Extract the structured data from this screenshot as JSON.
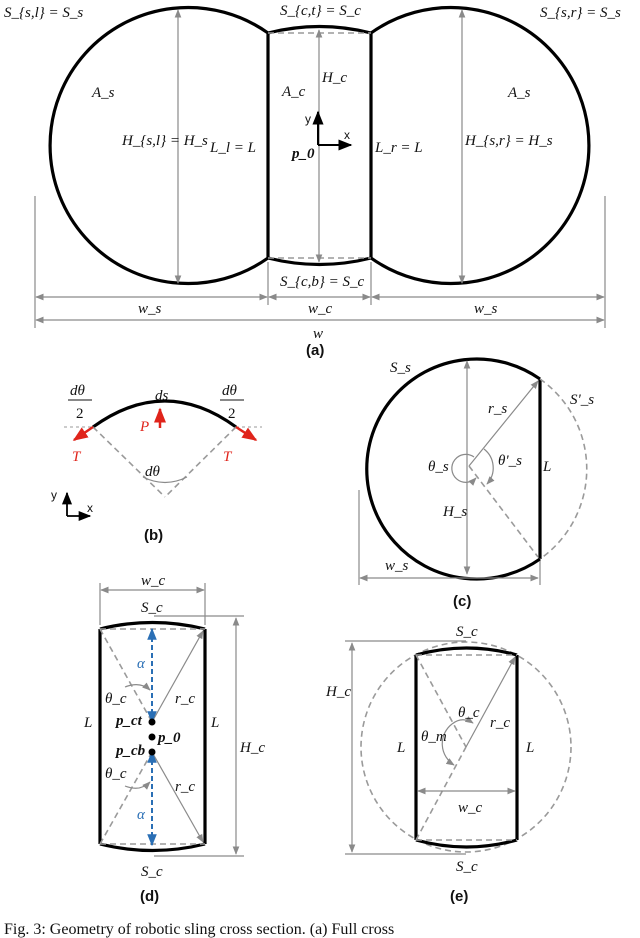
{
  "panel_a": {
    "label": "(a)",
    "s_sl": "S_{s,l} = S_s",
    "s_ct": "S_{c,t} = S_c",
    "s_sr": "S_{s,r} = S_s",
    "a_s_left": "A_s",
    "a_c": "A_c",
    "h_c": "H_c",
    "a_s_right": "A_s",
    "h_sl": "H_{s,l} = H_s",
    "l_l": "L_l = L",
    "y": "y",
    "x": "x",
    "p0": "p_0",
    "l_r": "L_r = L",
    "h_sr": "H_{s,r} = H_s",
    "s_cb": "S_{c,b} = S_c",
    "w_s_left": "w_s",
    "w_c": "w_c",
    "w_s_right": "w_s",
    "w": "w"
  },
  "panel_b": {
    "label": "(b)",
    "dtheta_left_num": "dθ",
    "dtheta_left_den": "2",
    "ds": "ds",
    "dtheta_right_num": "dθ",
    "dtheta_right_den": "2",
    "p": "P",
    "t_left": "T",
    "t_right": "T",
    "dtheta": "dθ",
    "y": "y",
    "x": "x"
  },
  "panel_c": {
    "label": "(c)",
    "s_s": "S_s",
    "s_s_prime": "S'_s",
    "r_s": "r_s",
    "theta_s": "θ_s",
    "theta_prime_s": "θ'_s",
    "l": "L",
    "h_s": "H_s",
    "w_s": "w_s"
  },
  "panel_d": {
    "label": "(d)",
    "w_c": "w_c",
    "s_c_top": "S_c",
    "alpha_top": "α",
    "theta_c_top": "θ_c",
    "r_c_top": "r_c",
    "l_left": "L",
    "l_right": "L",
    "h_c": "H_c",
    "p_ct": "p_ct",
    "p0": "p_0",
    "p_cb": "p_cb",
    "theta_c_bottom": "θ_c",
    "r_c_bottom": "r_c",
    "alpha_bottom": "α",
    "s_c_bottom": "S_c"
  },
  "panel_e": {
    "label": "(e)",
    "s_c_top": "S_c",
    "h_c": "H_c",
    "theta_c": "θ_c",
    "r_c": "r_c",
    "theta_m": "θ_m",
    "l_left": "L",
    "l_right": "L",
    "w_c": "w_c",
    "s_c_bottom": "S_c"
  },
  "caption": "Fig. 3: Geometry of robotic sling cross section. (a) Full cross"
}
